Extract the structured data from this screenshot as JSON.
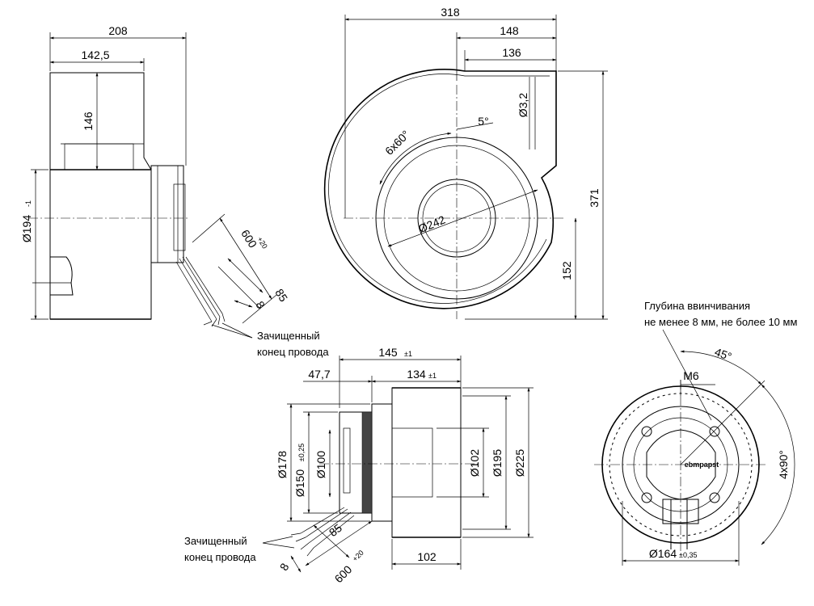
{
  "side_view": {
    "dim_208": "208",
    "dim_142_5": "142,5",
    "dim_146": "146",
    "dim_194": "Ø194",
    "dim_194_tol": "-1",
    "dim_600": "600",
    "dim_600_tol": "+20",
    "dim_85": "85",
    "dim_8": "8",
    "wire_note_line1": "Зачищенный",
    "wire_note_line2": "конец провода"
  },
  "front_view": {
    "dim_318": "318",
    "dim_148": "148",
    "dim_136": "136",
    "dim_3_2": "Ø3,2",
    "dim_5deg": "5°",
    "dim_6x60": "6x60°",
    "dim_242": "Ø242",
    "dim_371": "371",
    "dim_152": "152"
  },
  "section_view": {
    "dim_145": "145",
    "dim_145_tol": "±1",
    "dim_47_7": "47,7",
    "dim_134": "134",
    "dim_134_tol": "±1",
    "dim_178": "Ø178",
    "dim_150": "Ø150",
    "dim_150_tol": "±0,25",
    "dim_100": "Ø100",
    "dim_102": "Ø102",
    "dim_195": "Ø195",
    "dim_225": "Ø225",
    "dim_85": "85",
    "dim_8": "8",
    "dim_600": "600",
    "dim_600_tol": "+20",
    "dim_102_bottom": "102",
    "wire_note_line1": "Зачищенный",
    "wire_note_line2": "конец провода"
  },
  "rear_view": {
    "depth_note_line1": "Глубина ввинчивания",
    "depth_note_line2": "не менее 8 мм, не более 10 мм",
    "dim_45": "45°",
    "dim_m6": "M6",
    "dim_4x90": "4x90°",
    "dim_164": "Ø164",
    "dim_164_tol": "±0,35",
    "logo_text": "ebmpapst"
  }
}
